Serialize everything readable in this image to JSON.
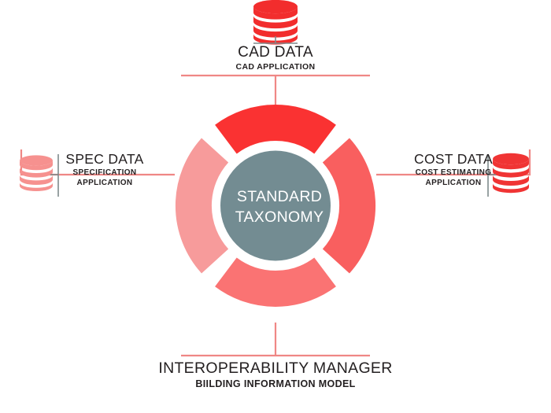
{
  "diagram": {
    "title_center": {
      "line1": "STANDARD",
      "line2": "TAXONOMY"
    },
    "nodes": {
      "top": {
        "icon": "database-icon",
        "title": "CAD DATA",
        "subtitle": "CAD APPLICATION",
        "icon_color": "#F22D2D"
      },
      "left": {
        "icon": "database-icon",
        "title": "SPEC DATA",
        "subtitle_line1": "SPECIFICATION",
        "subtitle_line2": "APPLICATION",
        "icon_color": "#F6918F"
      },
      "right": {
        "icon": "database-icon",
        "title": "COST DATA",
        "subtitle_line1": "COST ESTIMATING",
        "subtitle_line2": "APPLICATION",
        "icon_color": "#F03434"
      },
      "bottom": {
        "title": "INTEROPERABILITY MANAGER",
        "subtitle": "BIILDING INFORMATION MODEL"
      }
    },
    "ring_segments": [
      {
        "name": "top-segment",
        "color": "#FA3232"
      },
      {
        "name": "right-segment",
        "color": "#F95F5F"
      },
      {
        "name": "bottom-segment",
        "color": "#FA7373"
      },
      {
        "name": "left-segment",
        "color": "#F79B9B"
      }
    ],
    "center_circle_color": "#738C92",
    "connector_color": "#EF8785",
    "divider_color": "#7E8A8C",
    "background": "#FFFFFF"
  }
}
